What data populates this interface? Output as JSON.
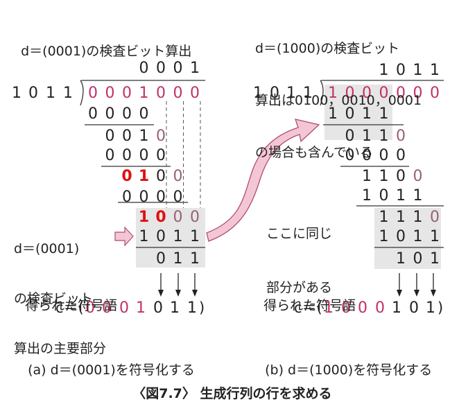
{
  "colors": {
    "text": "#222222",
    "pink": "#c0306a",
    "red": "#e01010",
    "mauve": "#9a6070",
    "shade": "#e6e6e6",
    "arrow_fill": "#f3c6d6",
    "arrow_stroke": "#b04a70"
  },
  "left": {
    "title": "d＝(0001)の検査ビット算出",
    "quotient": [
      "0",
      "0",
      "0",
      "1"
    ],
    "divisor": [
      "1",
      "0",
      "1",
      "1"
    ],
    "dividend": [
      "0",
      "0",
      "0",
      "1",
      "0",
      "0",
      "0"
    ],
    "steps": [
      [
        "0",
        "0",
        "0",
        "0"
      ],
      [
        "0",
        "0",
        "1",
        "0"
      ],
      [
        "0",
        "0",
        "0",
        "0"
      ],
      [
        "0",
        "1",
        "0",
        "0"
      ],
      [
        "0",
        "0",
        "0",
        "0"
      ],
      [
        "1",
        "0",
        "0",
        "0"
      ],
      [
        "1",
        "0",
        "1",
        "1"
      ],
      [
        "0",
        "1",
        "1"
      ]
    ],
    "side_note": [
      "d＝(0001)",
      "の検査ビット",
      "算出の主要部分"
    ],
    "result_label": "得られた符号語",
    "codeword_prefix": "c＝(",
    "codeword": [
      "0",
      "0",
      "0",
      "1",
      "0",
      "1",
      "1"
    ],
    "codeword_suffix": ")",
    "caption": "(a) d＝(0001)を符号化する"
  },
  "right": {
    "title_lines": [
      "d＝(1000)の検査ビット",
      "算出は0100，0010，0001",
      "の場合も含んでいる"
    ],
    "quotient": [
      "1",
      "0",
      "1",
      "1"
    ],
    "divisor": [
      "1",
      "0",
      "1",
      "1"
    ],
    "dividend": [
      "1",
      "0",
      "0",
      "0",
      "0",
      "0",
      "0"
    ],
    "steps": [
      [
        "1",
        "0",
        "1",
        "1"
      ],
      [
        "0",
        "1",
        "1",
        "0"
      ],
      [
        "0",
        "0",
        "0",
        "0"
      ],
      [
        "1",
        "1",
        "0",
        "0"
      ],
      [
        "1",
        "0",
        "1",
        "1"
      ],
      [
        "1",
        "1",
        "1",
        "0"
      ],
      [
        "1",
        "0",
        "1",
        "1"
      ],
      [
        "1",
        "0",
        "1"
      ]
    ],
    "note": [
      "ここに同じ",
      "部分がある"
    ],
    "result_label": "得られた符号語",
    "codeword_prefix": "c＝(",
    "codeword": [
      "1",
      "0",
      "0",
      "0",
      "1",
      "0",
      "1"
    ],
    "codeword_suffix": ")",
    "caption": "(b) d＝(1000)を符号化する"
  },
  "figure_caption": "〈図7.7〉 生成行列の行を求める"
}
